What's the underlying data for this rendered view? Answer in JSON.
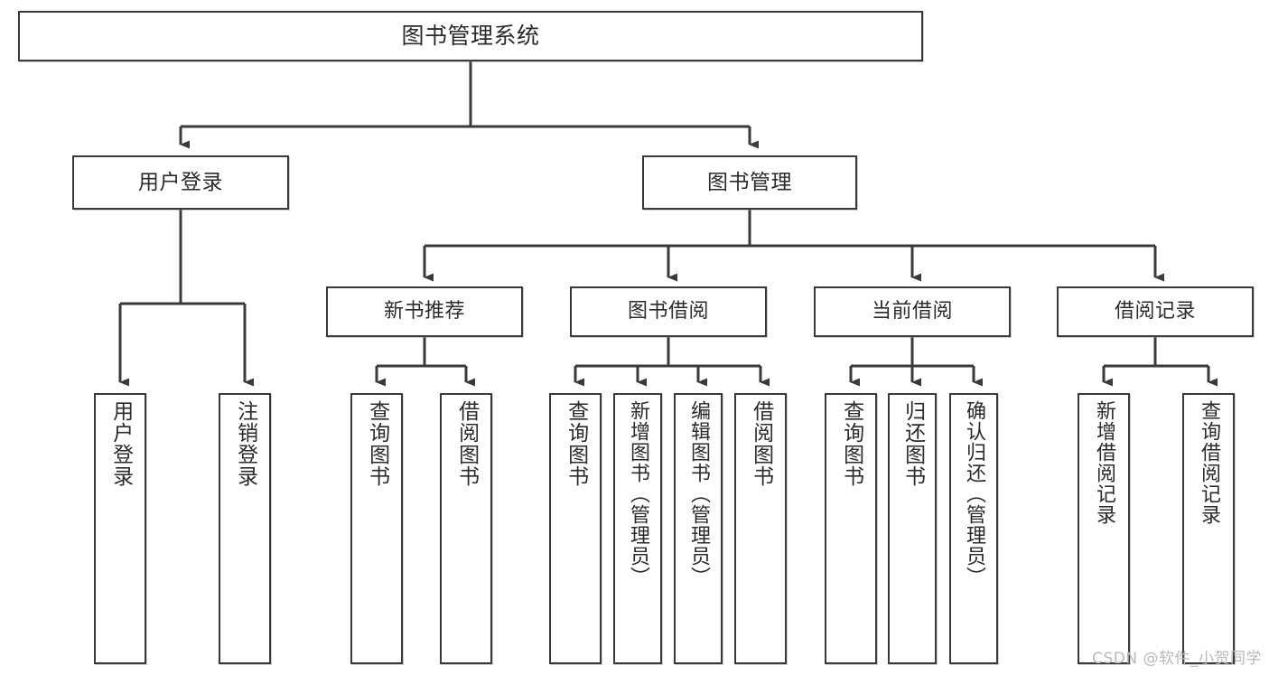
{
  "diagram": {
    "title": "图书管理系统",
    "type": "tree-hierarchy",
    "watermark": "CSDN @软件_小贺同学",
    "colors": {
      "border": "#3a3a3a",
      "text": "#2b2b2b",
      "background": "#ffffff",
      "watermark": "#b9b9b9"
    },
    "nodes": {
      "root": {
        "label": "图书管理系统"
      },
      "level1": [
        {
          "label": "用户登录"
        },
        {
          "label": "图书管理"
        }
      ],
      "level2": [
        {
          "label": "新书推荐"
        },
        {
          "label": "图书借阅"
        },
        {
          "label": "当前借阅"
        },
        {
          "label": "借阅记录"
        }
      ],
      "leaves": {
        "user_login": [
          {
            "label": "用户登录"
          },
          {
            "label": "注销登录"
          }
        ],
        "new_book_recommend": [
          {
            "label": "查询图书"
          },
          {
            "label": "借阅图书"
          }
        ],
        "book_borrow": [
          {
            "label": "查询图书"
          },
          {
            "label": "新增图书（管理员）"
          },
          {
            "label": "编辑图书（管理员）"
          },
          {
            "label": "借阅图书"
          }
        ],
        "current_borrow": [
          {
            "label": "查询图书"
          },
          {
            "label": "归还图书"
          },
          {
            "label": "确认归还（管理员）"
          }
        ],
        "borrow_record": [
          {
            "label": "新增借阅记录"
          },
          {
            "label": "查询借阅记录"
          }
        ]
      }
    }
  }
}
